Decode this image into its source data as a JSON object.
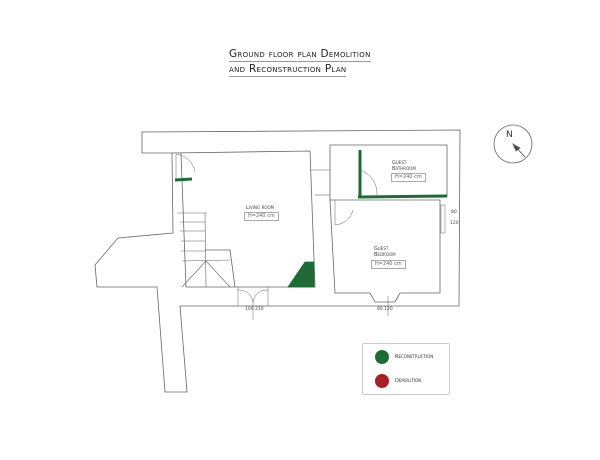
{
  "title": {
    "line1": "Ground floor plan Demolition",
    "line2": "and Reconstruction Plan"
  },
  "rooms": {
    "living": {
      "name": "Living room",
      "height": "H=240 cm"
    },
    "bathroom": {
      "name1": "Guest",
      "name2": "Bathroom",
      "height": "H=240 cm"
    },
    "bedroom": {
      "name1": "Guest",
      "name2": "Bedroom",
      "height": "H=240 cm"
    }
  },
  "dimensions": {
    "entrance": "100 210",
    "bedroom_window": "80 120",
    "side_window_1": "80",
    "side_window_2": "120"
  },
  "north": "N",
  "legend": {
    "items": [
      {
        "label": "Reconstruction",
        "color": "#1e6b35"
      },
      {
        "label": "Demolition",
        "color": "#a82025"
      }
    ]
  }
}
